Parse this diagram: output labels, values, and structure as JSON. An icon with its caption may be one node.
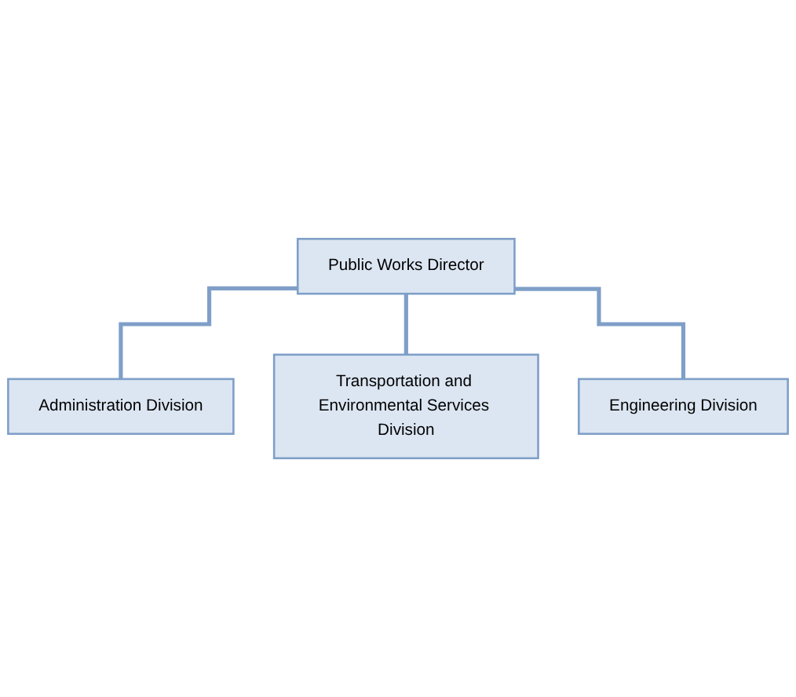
{
  "diagram": {
    "nodes": [
      {
        "text": [
          "Public Works Director"
        ]
      },
      {
        "text": [
          "Administration Division"
        ]
      },
      {
        "text": [
          "Transportation and Environmental Services Division"
        ]
      },
      {
        "text": [
          "Engineering Division"
        ]
      }
    ],
    "edges": [
      {
        "from": 0,
        "to": 1,
        "arrow": "none"
      },
      {
        "from": 0,
        "to": 2,
        "arrow": "none"
      },
      {
        "from": 0,
        "to": 3,
        "arrow": "none"
      }
    ]
  }
}
